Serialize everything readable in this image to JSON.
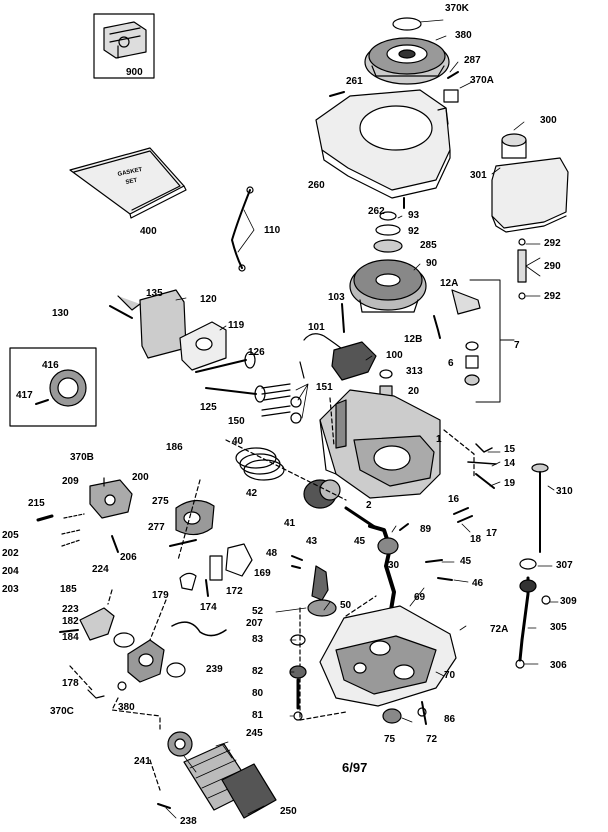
{
  "date_code": "6/97",
  "gasket_set_text": [
    "GASKET",
    "SET"
  ],
  "labels": {
    "l370K": "370K",
    "l380": "380",
    "l287": "287",
    "l370A": "370A",
    "l261": "261",
    "l300": "300",
    "l301": "301",
    "l900": "900",
    "l400": "400",
    "l260": "260",
    "l262": "262",
    "l93": "93",
    "l92": "92",
    "l285": "285",
    "l90": "90",
    "l292a": "292",
    "l290": "290",
    "l292b": "292",
    "l110": "110",
    "l12A": "12A",
    "l103": "103",
    "l12B": "12B",
    "l7": "7",
    "l135": "135",
    "l120": "120",
    "l130": "130",
    "l119": "119",
    "l101": "101",
    "l100": "100",
    "l126": "126",
    "l6": "6",
    "l313": "313",
    "l20": "20",
    "l416": "416",
    "l417": "417",
    "l125": "125",
    "l151": "151",
    "l150": "150",
    "l186": "186",
    "l40": "40",
    "l1": "1",
    "l15": "15",
    "l14": "14",
    "l370B": "370B",
    "l200": "200",
    "l209": "209",
    "l19": "19",
    "l310": "310",
    "l275": "275",
    "l42": "42",
    "l215": "215",
    "l16": "16",
    "l2": "2",
    "l205": "205",
    "l202": "202",
    "l204": "204",
    "l203": "203",
    "l277": "277",
    "l41": "41",
    "l89": "89",
    "l17": "17",
    "l18": "18",
    "l43": "43",
    "l45a": "45",
    "l206": "206",
    "l48": "48",
    "l169": "169",
    "l30": "30",
    "l45b": "45",
    "l307": "307",
    "l224": "224",
    "l46": "46",
    "l179": "179",
    "l172": "172",
    "l174": "174",
    "l185": "185",
    "l52": "52",
    "l50": "50",
    "l69": "69",
    "l309": "309",
    "l223": "223",
    "l182": "182",
    "l207": "207",
    "l72A": "72A",
    "l305": "305",
    "l184": "184",
    "l83": "83",
    "l239": "239",
    "l306": "306",
    "l178": "178",
    "l82": "82",
    "l70": "70",
    "l370C": "370C",
    "l380b": "380",
    "l80": "80",
    "l81": "81",
    "l86": "86",
    "l75": "75",
    "l72": "72",
    "l241": "241",
    "l245": "245",
    "l250": "250",
    "l238": "238"
  }
}
